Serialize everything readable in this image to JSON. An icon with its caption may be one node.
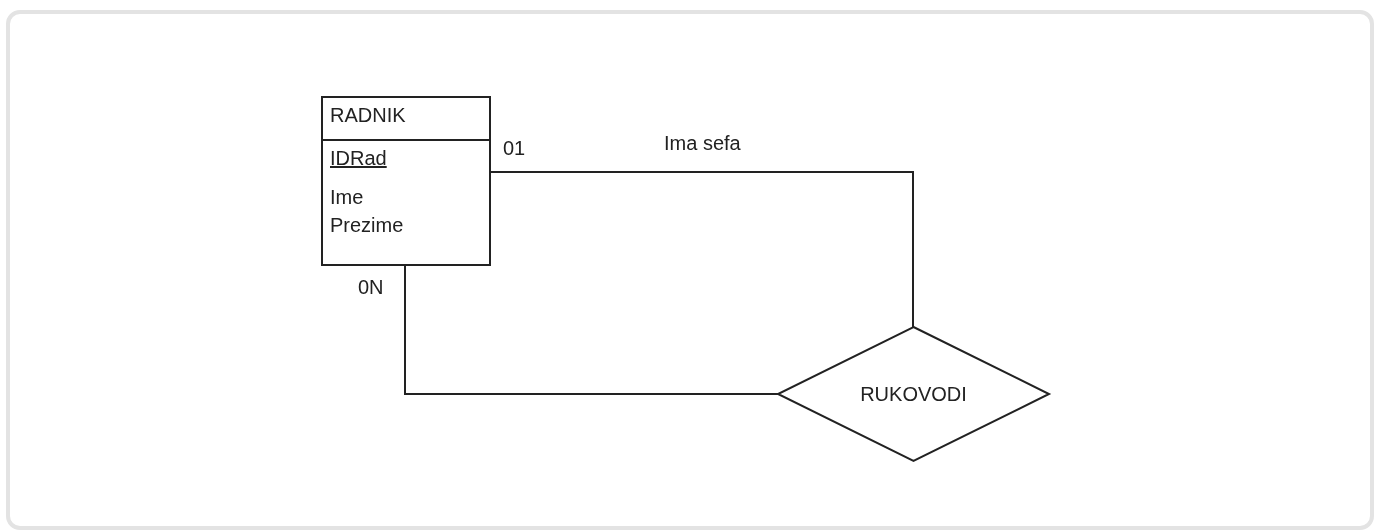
{
  "diagram": {
    "nodes": [
      {
        "text": [
          "RADNIK",
          "IDRad",
          "Ime",
          "Prezime"
        ]
      },
      {
        "text": [
          "RUKOVODI"
        ]
      }
    ],
    "edges": [
      {
        "from": 0,
        "to": 1,
        "arrow": "none",
        "label": "Ima sefa"
      },
      {
        "from": 0,
        "to": 1,
        "arrow": "none"
      }
    ],
    "labels": [
      "01",
      "0N"
    ]
  }
}
